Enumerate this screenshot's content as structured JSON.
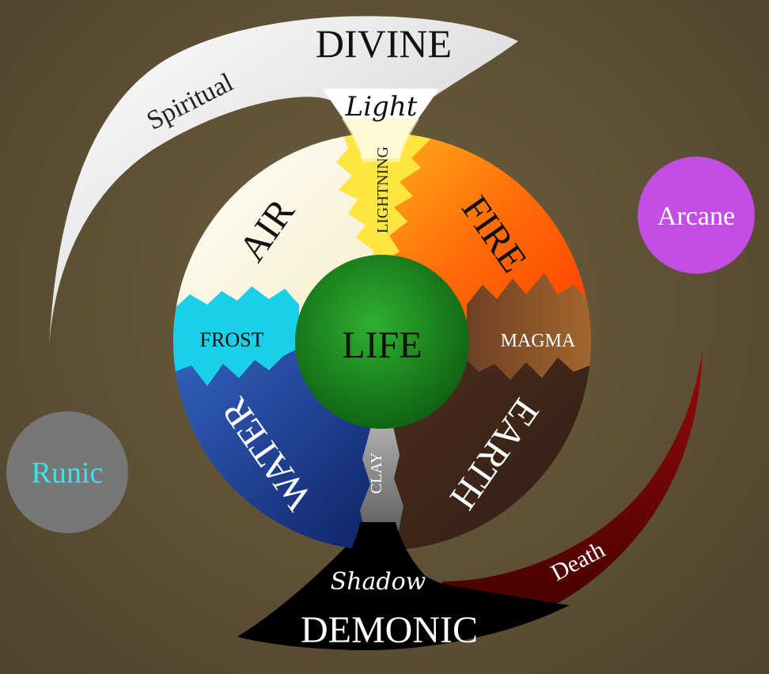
{
  "colors": {
    "divine": "#ffffff",
    "air": "#fbf6e3",
    "lightning": "#fde640",
    "fire": "#ff5a05",
    "magma": "#8b5328",
    "earth": "#41261a",
    "clay": "#8a8a8a",
    "water": "#1c3f8f",
    "frost": "#19d0e8",
    "life": "#1e8f1e",
    "demonic": "#000000",
    "death": "#7a0000",
    "arcane": "#c24ee6",
    "runic": "#777777",
    "runic_text": "#3fe0ea"
  },
  "labels": {
    "divine": "DIVINE",
    "spiritual": "Spiritual",
    "light": "Light",
    "lightning": "LIGHTNING",
    "air": "AIR",
    "fire": "FIRE",
    "frost": "FROST",
    "life": "LIFE",
    "magma": "MAGMA",
    "water": "WATER",
    "earth": "EARTH",
    "clay": "CLAY",
    "arcane": "Arcane",
    "runic": "Runic",
    "shadow": "Shadow",
    "death": "Death",
    "demonic": "DEMONIC"
  }
}
